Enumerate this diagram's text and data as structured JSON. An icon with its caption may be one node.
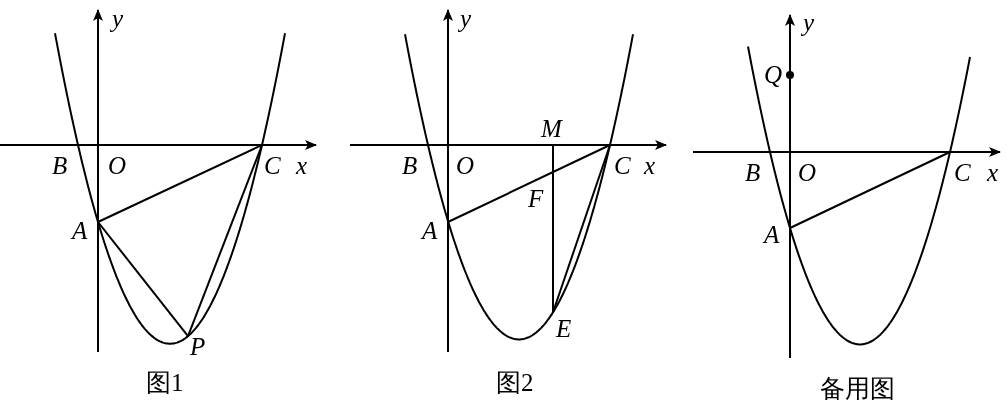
{
  "diagram": {
    "labels": [
      "y",
      "B",
      "O",
      "C",
      "x",
      "A",
      "P",
      "图1",
      "y",
      "M",
      "B",
      "O",
      "C",
      "x",
      "F",
      "A",
      "E",
      "图2",
      "y",
      "Q",
      "B",
      "O",
      "C",
      "x",
      "A",
      "备用图"
    ]
  }
}
